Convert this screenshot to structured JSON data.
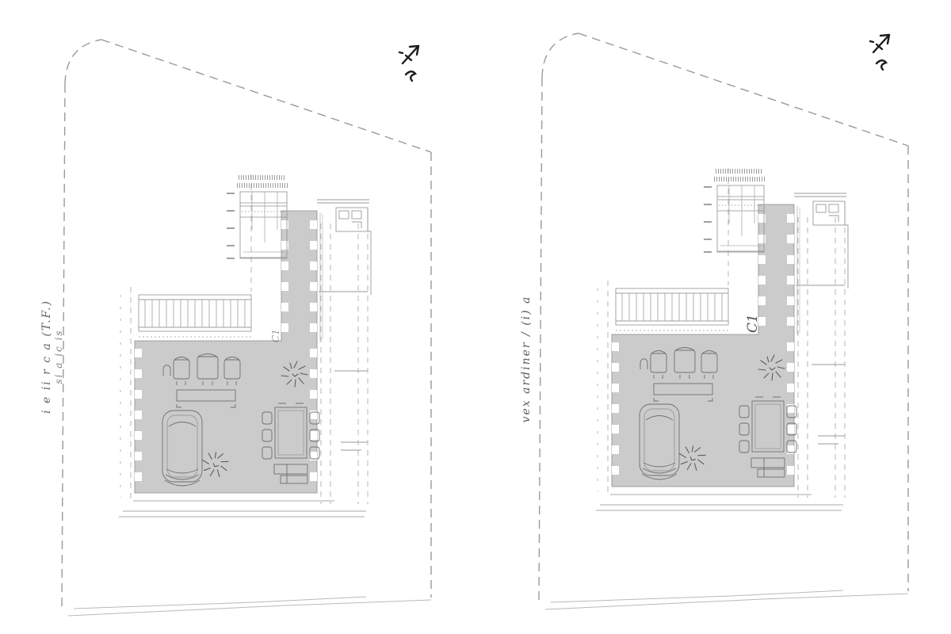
{
  "sheet": {
    "kind": "architectural site / floor plan drawing, two adjacent plots",
    "background": "#ffffff"
  },
  "colors": {
    "building_fill": "#cbcbcb",
    "linework": "#6f6f6f",
    "boundary_dash": "#9a9a9a",
    "handwriting_ink": "#3d3d3d"
  },
  "plans": [
    {
      "id": "plan-left",
      "unit_label": "C1",
      "annotation_lines": [
        "i e ii r c a (T.F.)",
        "si a ic is"
      ]
    },
    {
      "id": "plan-right",
      "unit_label": "C1",
      "annotation_lines": [
        "vex ardiner / (i) a",
        ""
      ]
    }
  ],
  "icons": {
    "north_arrow": "hand-drawn north arrow sketch"
  }
}
